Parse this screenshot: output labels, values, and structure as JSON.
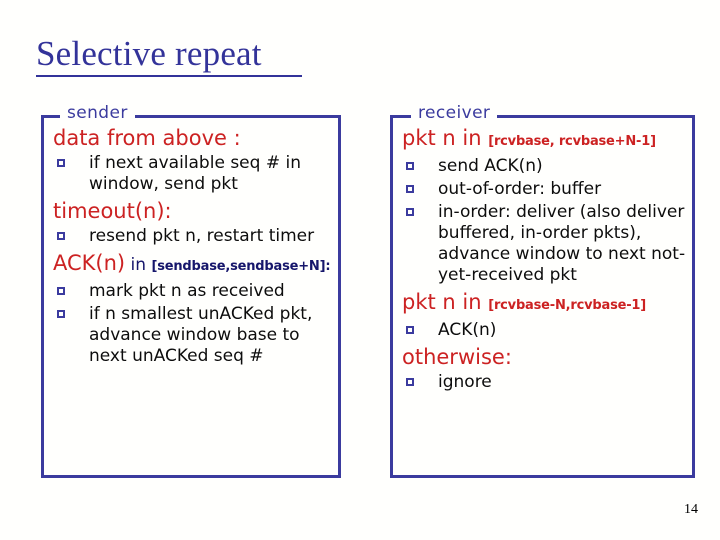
{
  "slide": {
    "title": "Selective repeat",
    "page_number": "14",
    "colors": {
      "title": "#333399",
      "heading_red": "#cc2222",
      "box_border": "#3b3b9e",
      "body_text": "#0d0d0d",
      "legend": "#3b3b9e",
      "background": "#fffffd"
    }
  },
  "sender": {
    "legend": "sender",
    "sections": [
      {
        "heading_main": "data from above :",
        "heading_sub": "",
        "heading_sub_style": "none",
        "items": [
          "if next available seq # in window, send pkt"
        ]
      },
      {
        "heading_main": "timeout(n):",
        "heading_sub": "",
        "heading_sub_style": "none",
        "items": [
          "resend pkt n, restart timer"
        ]
      },
      {
        "heading_main": "ACK(n)",
        "heading_mid": " in ",
        "heading_sub": "[sendbase,sendbase+N]:",
        "heading_sub_style": "dark",
        "items": [
          "mark pkt n as received",
          "if n smallest unACKed pkt, advance window base to next unACKed seq #"
        ]
      }
    ]
  },
  "receiver": {
    "legend": "receiver",
    "sections": [
      {
        "heading_main": "pkt n in ",
        "heading_sub": "[rcvbase, rcvbase+N-1]",
        "heading_sub_style": "red",
        "items": [
          "send ACK(n)",
          "out-of-order: buffer",
          "in-order: deliver (also deliver buffered, in-order pkts), advance window to next not-yet-received pkt"
        ]
      },
      {
        "heading_main": "pkt n in ",
        "heading_sub": "[rcvbase-N,rcvbase-1]",
        "heading_sub_style": "red",
        "items": [
          "ACK(n)"
        ]
      },
      {
        "heading_main": "otherwise:",
        "heading_sub": "",
        "heading_sub_style": "none",
        "items": [
          "ignore"
        ]
      }
    ]
  }
}
